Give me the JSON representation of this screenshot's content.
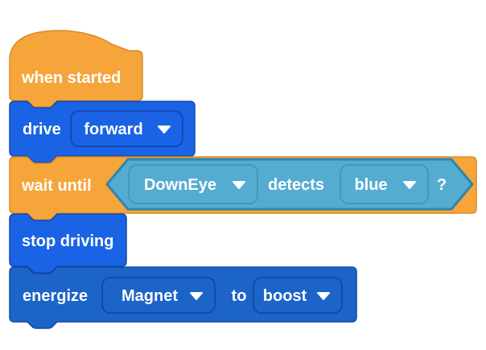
{
  "colors": {
    "canvas": "#FFFFFF",
    "text": "#FFFFFF",
    "orange_fill": "#F6A53B",
    "orange_border": "#D98B26",
    "blue_fill": "#1A63E4",
    "blue_border": "#1347AE",
    "teal_fill": "#54ACD1",
    "teal_border": "#2E86AD",
    "teal_dd_border": "#3E97BE",
    "darkblue_fill": "#1C64C8",
    "darkblue_border": "#114A9E"
  },
  "icons": {
    "dropdown_arrow": "▾"
  },
  "blocks": {
    "when_started": {
      "label": "when started"
    },
    "drive": {
      "label": "drive",
      "direction_value": "forward"
    },
    "wait_until": {
      "label": "wait until",
      "sensor_value": "DownEye",
      "verb": "detects",
      "color_value": "blue",
      "question": "?"
    },
    "stop_driving": {
      "label": "stop driving"
    },
    "energize": {
      "label": "energize",
      "object_value": "Magnet",
      "to_label": "to",
      "mode_value": "boost"
    }
  }
}
